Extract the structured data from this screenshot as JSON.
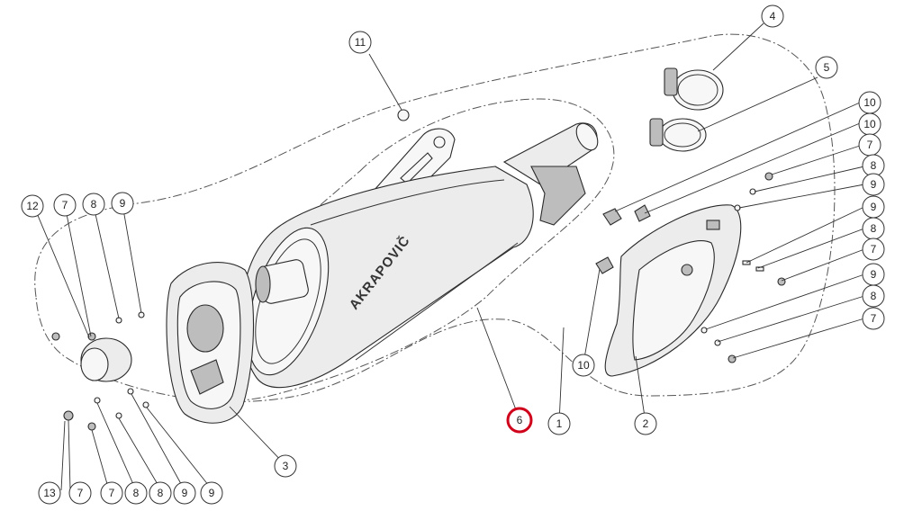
{
  "diagram": {
    "brand_text": "AKRAPOVIČ",
    "highlight_color": "#d0021b",
    "highlighted_callout": "6",
    "callouts": [
      {
        "label": "11"
      },
      {
        "label": "4"
      },
      {
        "label": "5"
      },
      {
        "label": "10"
      },
      {
        "label": "10"
      },
      {
        "label": "7"
      },
      {
        "label": "8"
      },
      {
        "label": "9"
      },
      {
        "label": "9"
      },
      {
        "label": "8"
      },
      {
        "label": "7"
      },
      {
        "label": "9"
      },
      {
        "label": "8"
      },
      {
        "label": "7"
      },
      {
        "label": "12"
      },
      {
        "label": "7"
      },
      {
        "label": "8"
      },
      {
        "label": "9"
      },
      {
        "label": "10"
      },
      {
        "label": "6"
      },
      {
        "label": "1"
      },
      {
        "label": "2"
      },
      {
        "label": "3"
      },
      {
        "label": "13"
      },
      {
        "label": "7"
      },
      {
        "label": "7"
      },
      {
        "label": "8"
      },
      {
        "label": "8"
      },
      {
        "label": "9"
      },
      {
        "label": "9"
      }
    ]
  }
}
